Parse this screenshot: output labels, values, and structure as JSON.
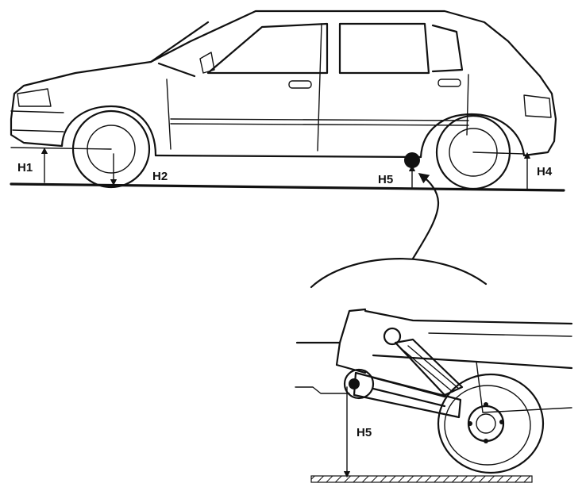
{
  "labels": {
    "h1": "H1",
    "h2": "H2",
    "h4": "H4",
    "h5_top": "H5",
    "h5_detail": "H5"
  },
  "colors": {
    "ink": "#111111",
    "paper": "#ffffff"
  }
}
